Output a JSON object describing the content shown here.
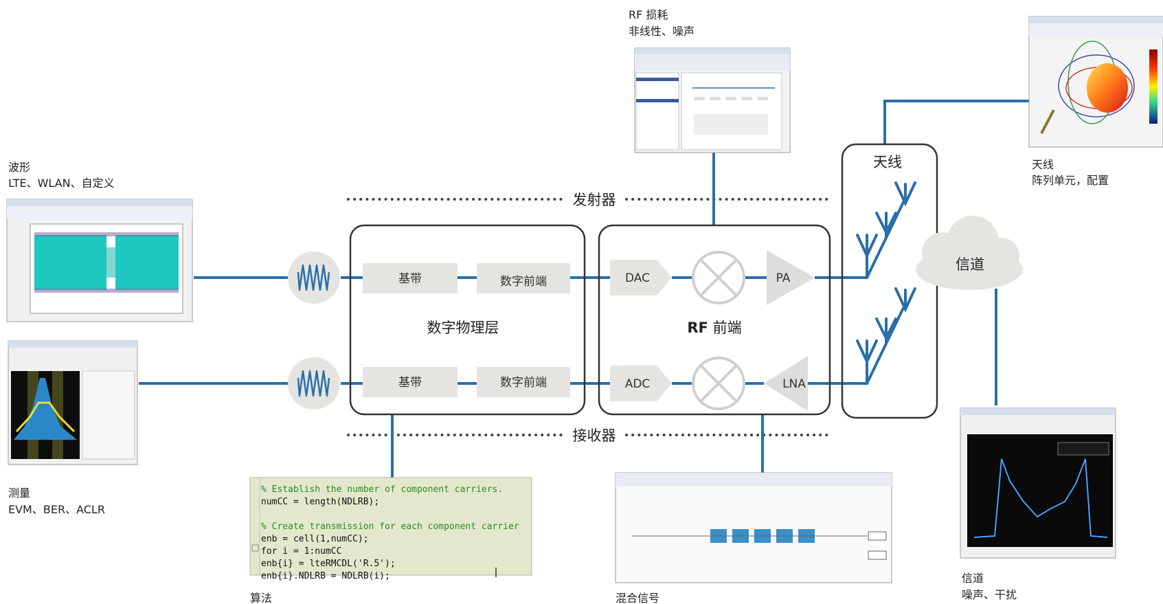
{
  "accent_color": "#2a6fa8",
  "captions": {
    "rf_impairments": {
      "title": "RF 损耗",
      "sub": "非线性、噪声"
    },
    "waveform": {
      "title": "波形",
      "sub": "LTE、WLAN、自定义"
    },
    "measurement": {
      "title": "测量",
      "sub": "EVM、BER、ACLR"
    },
    "algorithm": {
      "title": "算法"
    },
    "mixed_signal": {
      "title": "混合信号"
    },
    "antenna": {
      "title": "天线",
      "sub": "阵列单元，配置"
    },
    "channel": {
      "title": "信道",
      "sub": "噪声、干扰"
    }
  },
  "sections": {
    "transmitter": "发射器",
    "receiver": "接收器"
  },
  "groups": {
    "digital_phy": "数字物理层",
    "rf_frontend_prefix": "RF",
    "rf_frontend_suffix": " 前端",
    "antenna": "天线",
    "channel": "信道"
  },
  "blocks": {
    "baseband": "基带",
    "digital_frontend": "数字前端",
    "dac": "DAC",
    "adc": "ADC",
    "pa": "PA",
    "lna": "LNA"
  },
  "code_lines": [
    "% Establish the number of component carriers.",
    "numCC = length(NDLRB);",
    "",
    "% Create transmission for each component carrier",
    "enb = cell(1,numCC);",
    "for i = 1:numCC",
    "    enb{i} = lteRMCDL('R.5');",
    "    enb{i}.NDLRB = NDLRB(i);"
  ]
}
